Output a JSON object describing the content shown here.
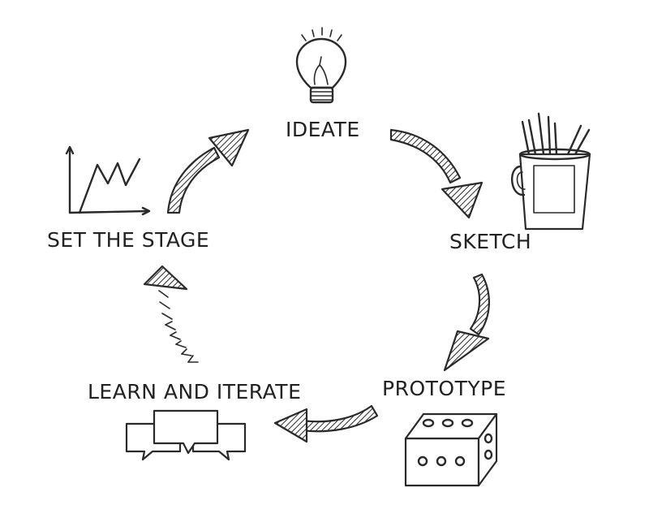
{
  "diagram": {
    "stages": [
      {
        "id": "ideate",
        "label": "IDEATE",
        "icon": "lightbulb-icon"
      },
      {
        "id": "sketch",
        "label": "SKETCH",
        "icon": "pencil-cup-icon"
      },
      {
        "id": "prototype",
        "label": "PROTOTYPE",
        "icon": "prototype-box-icon"
      },
      {
        "id": "learn",
        "label": "LEARN AND ITERATE",
        "icon": "speech-bubbles-icon"
      },
      {
        "id": "stage",
        "label": "SET THE STAGE",
        "icon": "line-chart-icon"
      }
    ],
    "colors": {
      "ink": "#2a2a2a",
      "background": "#ffffff"
    }
  }
}
